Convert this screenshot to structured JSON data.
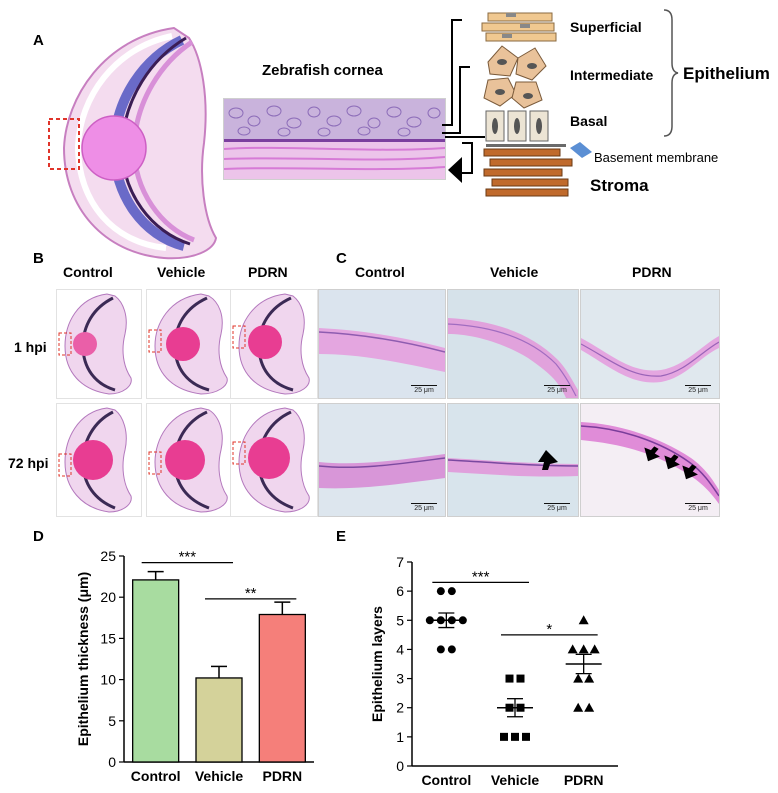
{
  "panelA": {
    "label": "A",
    "cornea_title": "Zebrafish cornea",
    "layers": [
      "Superficial",
      "Intermediate",
      "Basal"
    ],
    "epithelium": "Epithelium",
    "basement": "Basement membrane",
    "stroma": "Stroma"
  },
  "panelB": {
    "label": "B",
    "columns": [
      "Control",
      "Vehicle",
      "PDRN"
    ],
    "rows": [
      "1 hpi",
      "72 hpi"
    ]
  },
  "panelC": {
    "label": "C",
    "columns": [
      "Control",
      "Vehicle",
      "PDRN"
    ],
    "scale": "25 μm"
  },
  "panelD": {
    "label": "D"
  },
  "panelE": {
    "label": "E"
  },
  "colors": {
    "control_bar": "#a8dca0",
    "vehicle_bar": "#d4d29a",
    "pdrn_bar": "#f57f7a",
    "tissue_pink": "#e89ad8",
    "lens": "#e54596"
  },
  "chart_data": [
    {
      "type": "bar",
      "categories": [
        "Control",
        "Vehicle",
        "PDRN"
      ],
      "values": [
        22.1,
        10.2,
        17.9
      ],
      "errors": [
        1.0,
        1.4,
        1.5
      ],
      "ylabel": "Epithelium thickness (μm)",
      "ylim": [
        0,
        25
      ],
      "yticks": [
        0,
        5,
        10,
        15,
        20,
        25
      ],
      "significance": [
        {
          "from": "Control",
          "to": "Vehicle",
          "label": "***"
        },
        {
          "from": "Vehicle",
          "to": "PDRN",
          "label": "**"
        }
      ]
    },
    {
      "type": "scatter",
      "categories": [
        "Control",
        "Vehicle",
        "PDRN"
      ],
      "ylabel": "Epithelium layers",
      "ylim": [
        0,
        7
      ],
      "yticks": [
        0,
        1,
        2,
        3,
        4,
        5,
        6,
        7
      ],
      "series": [
        {
          "category": "Control",
          "marker": "circle",
          "values": [
            6,
            6,
            5,
            5,
            5,
            5,
            4,
            4
          ],
          "mean": 5.0,
          "sem": 0.25
        },
        {
          "category": "Vehicle",
          "marker": "square",
          "values": [
            3,
            3,
            2,
            2,
            1,
            1,
            1
          ],
          "mean": 2.0,
          "sem": 0.31
        },
        {
          "category": "PDRN",
          "marker": "triangle",
          "values": [
            5,
            4,
            4,
            4,
            3,
            3,
            2,
            2
          ],
          "mean": 3.5,
          "sem": 0.33
        }
      ],
      "significance": [
        {
          "from": "Control",
          "to": "Vehicle",
          "label": "***"
        },
        {
          "from": "Vehicle",
          "to": "PDRN",
          "label": "*"
        }
      ]
    }
  ]
}
